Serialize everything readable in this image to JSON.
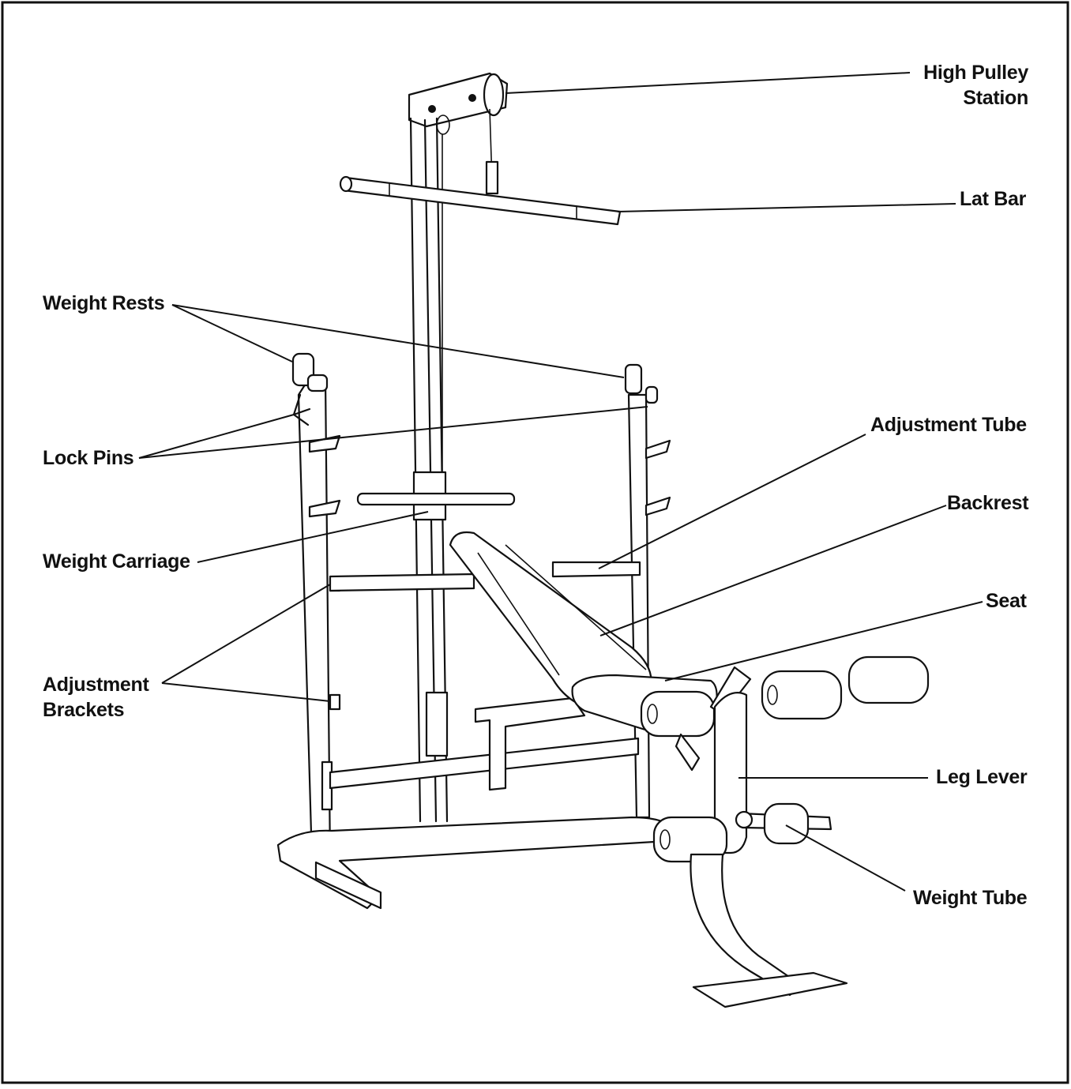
{
  "labels": {
    "high_pulley_line1": "High Pulley",
    "high_pulley_line2": "Station",
    "lat_bar": "Lat Bar",
    "weight_rests": "Weight Rests",
    "lock_pins": "Lock Pins",
    "weight_carriage": "Weight Carriage",
    "adjustment_brackets_line1": "Adjustment",
    "adjustment_brackets_line2": "Brackets",
    "adjustment_tube": "Adjustment Tube",
    "backrest": "Backrest",
    "seat": "Seat",
    "leg_lever": "Leg Lever",
    "weight_tube": "Weight Tube"
  }
}
